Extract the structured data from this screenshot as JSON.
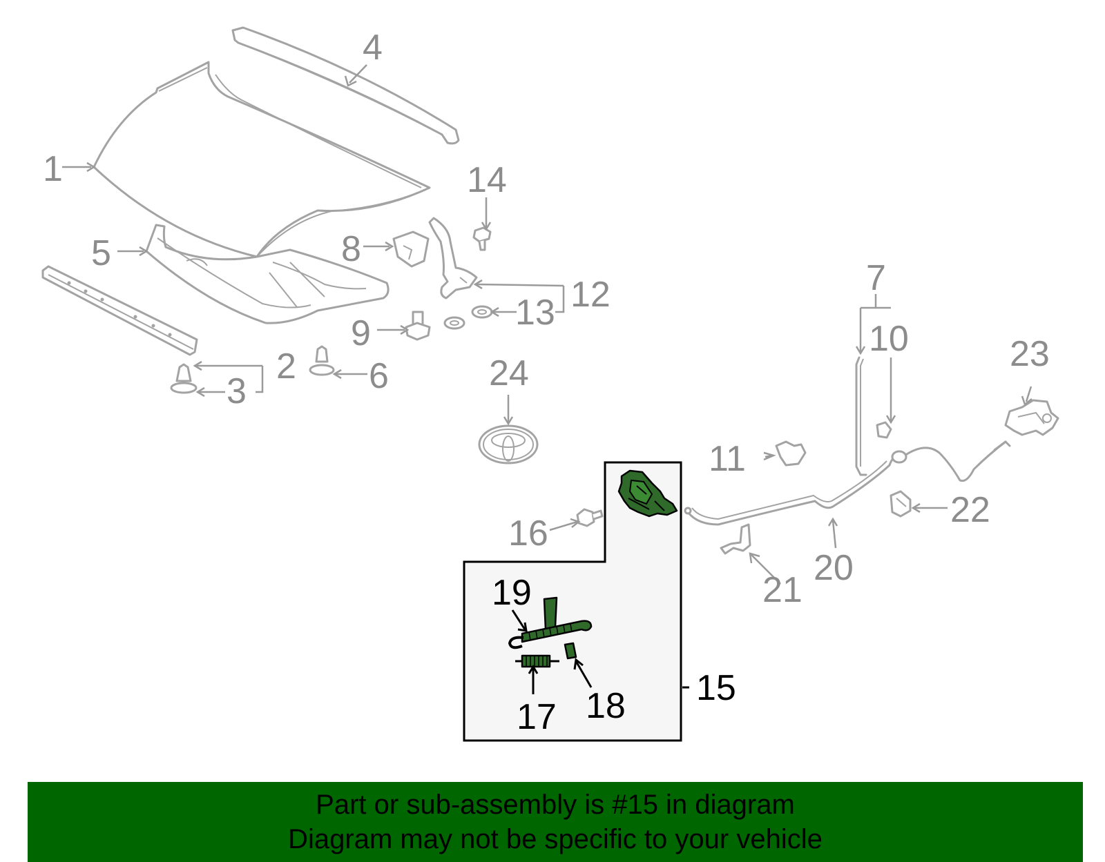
{
  "callouts": {
    "c1": "1",
    "c2": "2",
    "c3": "3",
    "c4": "4",
    "c5": "5",
    "c6": "6",
    "c7": "7",
    "c8": "8",
    "c9": "9",
    "c10": "10",
    "c11": "11",
    "c12": "12",
    "c13": "13",
    "c14": "14",
    "c15": "15",
    "c16": "16",
    "c17": "17",
    "c18": "18",
    "c19": "19",
    "c20": "20",
    "c21": "21",
    "c22": "22",
    "c23": "23",
    "c24": "24"
  },
  "banner": {
    "line1": "Part or sub-assembly is #15 in diagram",
    "line2": "Diagram may not be specific to your vehicle"
  },
  "colors": {
    "highlight": "#2f6a2a",
    "banner": "#006600",
    "parts": "#a3a3a3"
  }
}
